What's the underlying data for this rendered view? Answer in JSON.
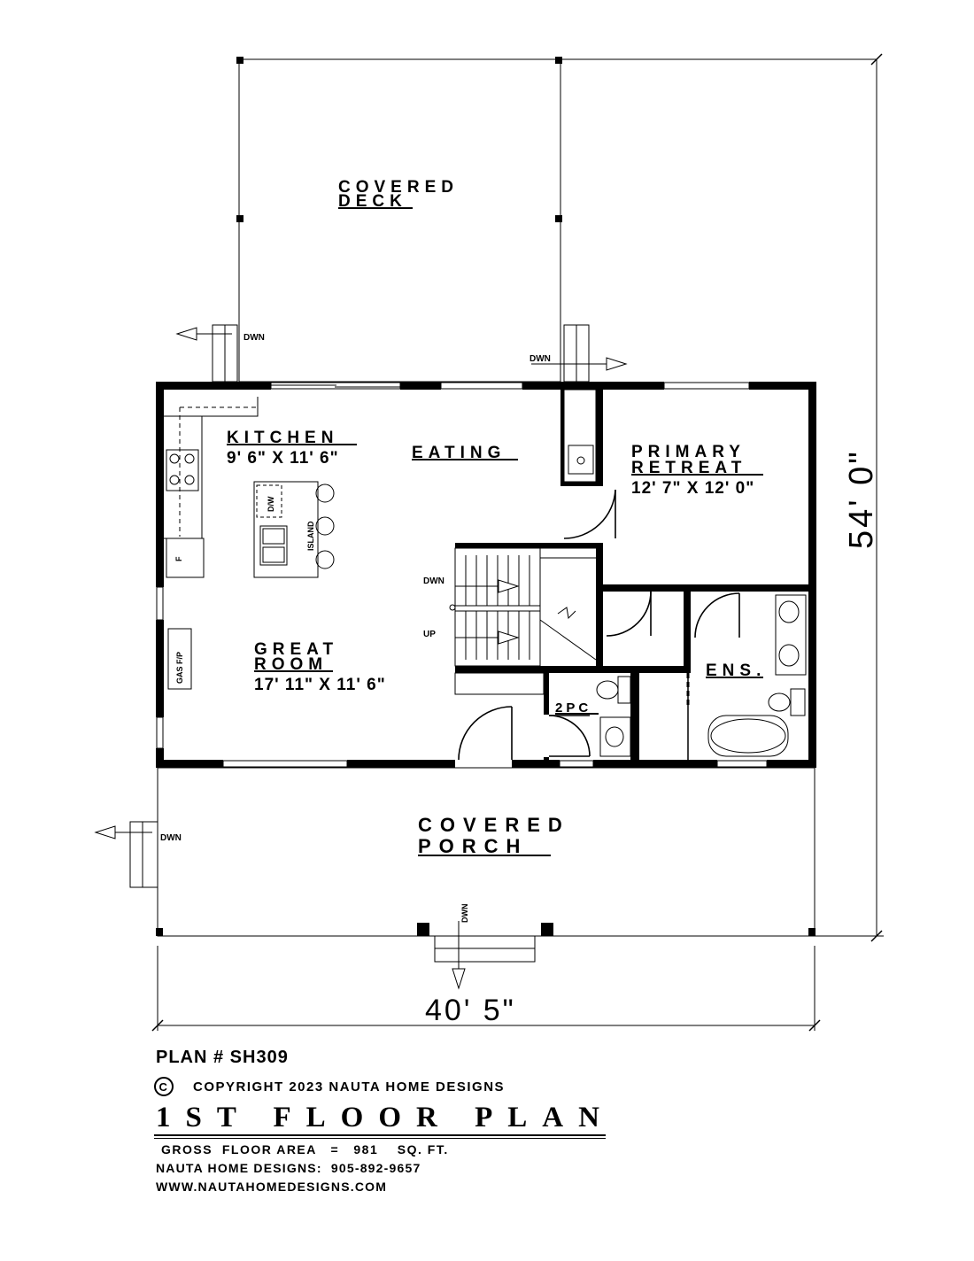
{
  "plan": {
    "rooms": {
      "covered_deck": {
        "line1": "COVERED",
        "line2": "DECK"
      },
      "kitchen": {
        "name": "KITCHEN",
        "dim": "9' 6\" X 11' 6\""
      },
      "eating": {
        "name": "EATING"
      },
      "primary_retreat": {
        "line1": "PRIMARY",
        "line2": "RETREAT",
        "dim": "12' 7\" X 12' 0\""
      },
      "great_room": {
        "line1": "GREAT",
        "line2": "ROOM",
        "dim": "17' 11\" X 11' 6\""
      },
      "ensuite": {
        "name": "ENS."
      },
      "powder_room": {
        "name": "2PC"
      },
      "covered_porch": {
        "line1": "COVERED",
        "line2": "PORCH"
      }
    },
    "fixtures": {
      "dishwasher": "D/W",
      "island": "ISLAND",
      "fridge": "F",
      "fireplace": "GAS F/P"
    },
    "stair_labels": {
      "down": "DWN",
      "up": "UP"
    },
    "dimensions": {
      "overall_depth": "54' 0\"",
      "overall_width": "40' 5\""
    }
  },
  "titleblock": {
    "plan_number": "PLAN # SH309",
    "copyright_symbol": "C",
    "copyright": "COPYRIGHT 2023 NAUTA HOME DESIGNS",
    "floor_title": "1ST FLOOR PLAN",
    "gross_area": "GROSS  FLOOR AREA   =   981    SQ. FT.",
    "contact_phone": "NAUTA HOME DESIGNS:  905-892-9657",
    "website": "WWW.NAUTAHOMEDESIGNS.COM"
  }
}
